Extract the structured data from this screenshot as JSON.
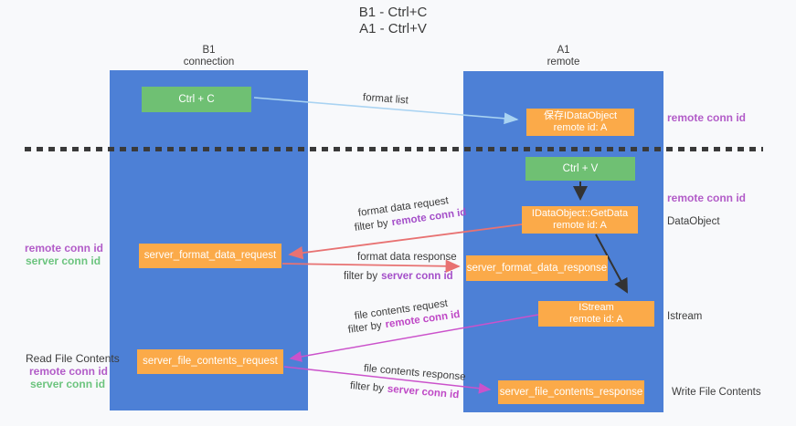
{
  "title": {
    "line1": "B1 - Ctrl+C",
    "line2": "A1 - Ctrl+V"
  },
  "lanes": {
    "left": {
      "title": "B1",
      "subtitle": "connection"
    },
    "right": {
      "title": "A1",
      "subtitle": "remote"
    }
  },
  "nodes": {
    "ctrl_c": {
      "label": "Ctrl + C"
    },
    "ctrl_v": {
      "label": "Ctrl + V"
    },
    "save_idataobject": {
      "line1": "保存IDataObject",
      "line2": "remote id: A"
    },
    "idataobject_getdata": {
      "line1": "IDataObject::GetData",
      "line2": "remote id: A"
    },
    "istream": {
      "line1": "IStream",
      "line2": "remote id: A"
    },
    "server_format_data_request": {
      "label": "server_format_data_request"
    },
    "server_format_data_response": {
      "label": "server_format_data_response"
    },
    "server_file_contents_request": {
      "label": "server_file_contents_request"
    },
    "server_file_contents_response": {
      "label": "server_file_contents_response"
    }
  },
  "edge_labels": {
    "format_list": "format list",
    "format_data_request": {
      "text": "format data request",
      "filter_prefix": "filter by",
      "filter_key": "remote conn id"
    },
    "format_data_response": {
      "text": "format data response",
      "filter_prefix": "filter by",
      "filter_key": "server conn id"
    },
    "file_contents_request": {
      "text": "file contents request",
      "filter_prefix": "filter by",
      "filter_key": "remote conn id"
    },
    "file_contents_response": {
      "text": "file contents response",
      "filter_prefix": "filter by",
      "filter_key": "server conn id"
    }
  },
  "annotations": {
    "remote_conn_id_top_right": "remote conn id",
    "remote_conn_id_mid_right": "remote conn id",
    "dataobject_label": "DataObject",
    "istream_label": "Istream",
    "write_file_contents": "Write File Contents",
    "read_file_contents": "Read File Contents",
    "left_upper_remote": "remote conn id",
    "left_upper_server": "server conn id",
    "left_lower_remote": "remote conn id",
    "left_lower_server": "server conn id"
  },
  "colors": {
    "lane_blue": "#4d80d6",
    "node_orange": "#fbaa49",
    "node_green": "#6fc073",
    "arrow_red": "#e87272",
    "arrow_magenta": "#cb52cb",
    "arrow_light_blue": "#a9d3f2",
    "arrow_black": "#333333",
    "label_purple": "#a44fc9",
    "label_green": "#6cc47e",
    "text_dark": "#3c3c3c"
  }
}
